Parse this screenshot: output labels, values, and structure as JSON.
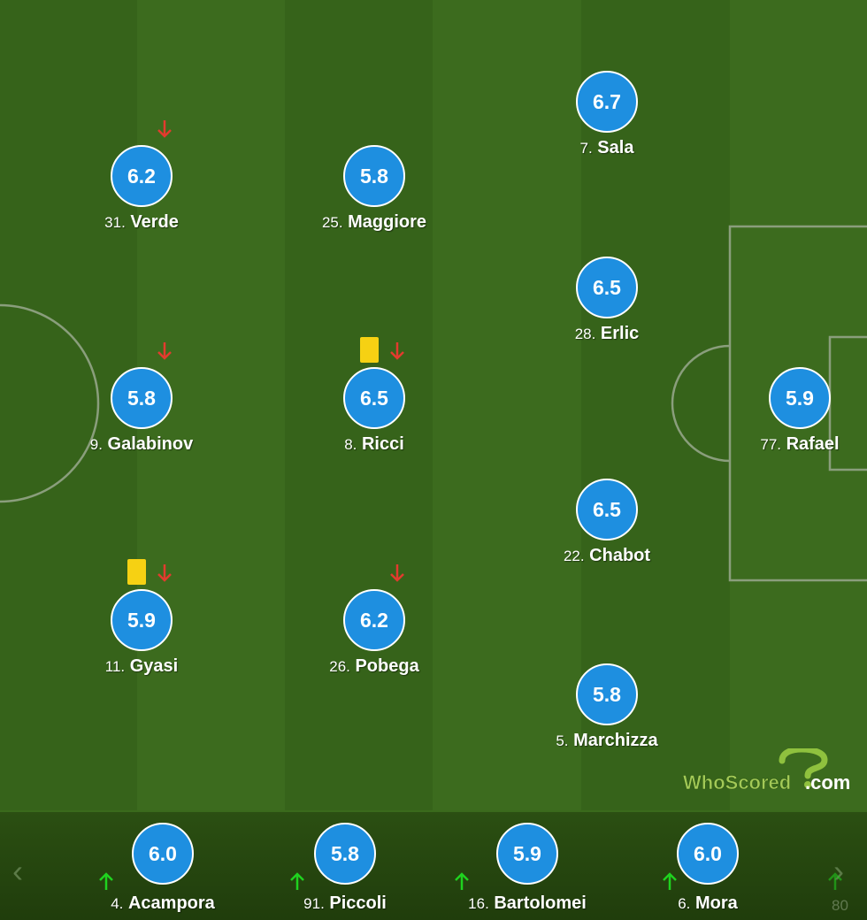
{
  "pitch_colors": {
    "dark": "#36631a",
    "light": "#3c6b1e",
    "line": "#8a9e7c"
  },
  "players": [
    {
      "id": "verde",
      "rating": "6.2",
      "number": "31.",
      "name": "Verde",
      "arrow": "down"
    },
    {
      "id": "maggiore",
      "rating": "5.8",
      "number": "25.",
      "name": "Maggiore"
    },
    {
      "id": "sala",
      "rating": "6.7",
      "number": "7.",
      "name": "Sala"
    },
    {
      "id": "erlic",
      "rating": "6.5",
      "number": "28.",
      "name": "Erlic"
    },
    {
      "id": "galabinov",
      "rating": "5.8",
      "number": "9.",
      "name": "Galabinov",
      "arrow": "down"
    },
    {
      "id": "ricci",
      "rating": "6.5",
      "number": "8.",
      "name": "Ricci",
      "arrow": "down",
      "card": "yellow"
    },
    {
      "id": "rafael",
      "rating": "5.9",
      "number": "77.",
      "name": "Rafael"
    },
    {
      "id": "chabot",
      "rating": "6.5",
      "number": "22.",
      "name": "Chabot"
    },
    {
      "id": "gyasi",
      "rating": "5.9",
      "number": "11.",
      "name": "Gyasi",
      "arrow": "down",
      "card": "yellow"
    },
    {
      "id": "pobega",
      "rating": "6.2",
      "number": "26.",
      "name": "Pobega",
      "arrow": "down"
    },
    {
      "id": "marchizza",
      "rating": "5.8",
      "number": "5.",
      "name": "Marchizza"
    }
  ],
  "subs": [
    {
      "id": "acampora",
      "rating": "6.0",
      "number": "4.",
      "name": "Acampora",
      "arrow": "up"
    },
    {
      "id": "piccoli",
      "rating": "5.8",
      "number": "91.",
      "name": "Piccoli",
      "arrow": "up"
    },
    {
      "id": "bartolomei",
      "rating": "5.9",
      "number": "16.",
      "name": "Bartolomei",
      "arrow": "up"
    },
    {
      "id": "mora",
      "rating": "6.0",
      "number": "6.",
      "name": "Mora",
      "arrow": "up"
    },
    {
      "id": "partial",
      "number": "80",
      "arrow": "up"
    }
  ],
  "nav": {
    "prev": "‹",
    "next": "›"
  },
  "logo": {
    "part1": "WhoScored",
    "part2": ".com"
  },
  "colors": {
    "rating": "#1e8fe0",
    "arrow_down": "#e23b2e",
    "arrow_up": "#1fd21f",
    "yellow_card": "#f6d113"
  }
}
